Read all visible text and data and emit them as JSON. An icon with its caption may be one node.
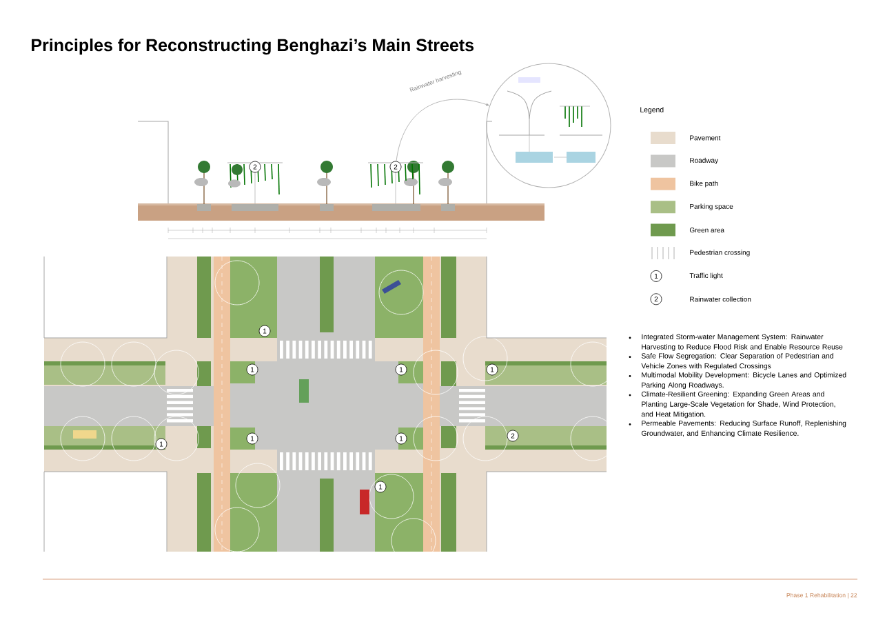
{
  "diagram": {
    "title": "Principles for Reconstructing Benghazi’s Main Streets",
    "nodes": [
      {
        "text": [],
        "shape": "circle"
      },
      {
        "text": [
          "2"
        ]
      }
    ],
    "edges": [
      {
        "from": 1,
        "to": 0,
        "arrow": "to",
        "label": "Rainwater harvesting"
      }
    ],
    "labels": [
      "2",
      "1",
      "1",
      "1",
      "1",
      "1",
      "1",
      "1",
      "2",
      "1",
      "Legend",
      "1",
      "2",
      "Integrated Storm-water Management System: Rainwater Harvesting to Reduce Flood Risk and Enable Resource Reuse",
      "Safe Flow Segregation: Clear Separation of Pedestrian and Vehicle Zones with Regulated Crossings",
      "Multimodal Mobility Development: Bicycle Lanes and Optimized Parking Along Roadways.",
      "Climate-Resilient Greening: Expanding Green Areas and Planting Large-Scale Vegetation for Shade, Wind Protection, and Heat Mitigation.",
      "Permeable Pavements: Reducing Surface Runoff, Replenishing Groundwater, and Enhancing Climate Resilience.",
      "Phase 1 Rehabilitation | 22"
    ],
    "legend": [
      {
        "text": "Pavement",
        "color": "#e8dccd"
      },
      {
        "text": "Roadway",
        "color": "#c8c8c6"
      },
      {
        "text": "Bike path",
        "color": "#efc4a0"
      },
      {
        "text": "Parking space",
        "color": "#a9bf86"
      },
      {
        "text": "Green area",
        "color": "#6f9a4e"
      },
      {
        "text": "Pedestrian crossing"
      },
      {
        "text": "Traffic light"
      },
      {
        "text": "Rainwater collection"
      }
    ]
  }
}
